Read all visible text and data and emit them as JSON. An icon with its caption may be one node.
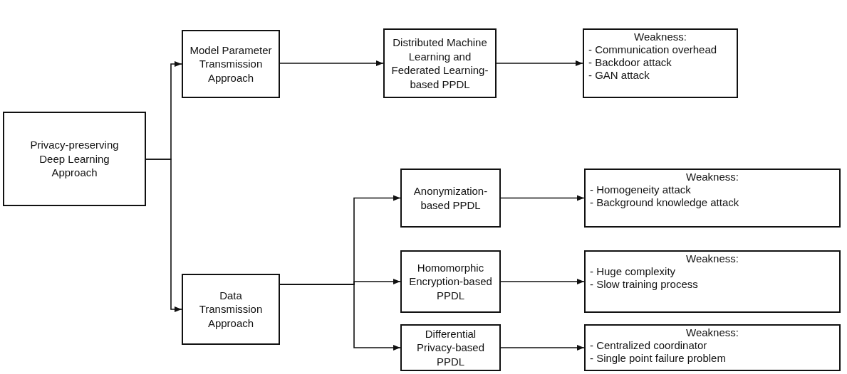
{
  "diagram": {
    "nodes": [
      {
        "text": [
          "Privacy-preserving Deep Learning Approach"
        ]
      },
      {
        "text": [
          "Model Parameter Transmission Approach"
        ]
      },
      {
        "text": [
          "Distributed Machine Learning and Federated Learning-based PPDL"
        ]
      },
      {
        "text": [
          "Weakness:",
          "- Communication overhead",
          "- Backdoor attack",
          "- GAN attack"
        ]
      },
      {
        "text": [
          "Data Transmission Approach"
        ]
      },
      {
        "text": [
          "Anonymization-based PPDL"
        ]
      },
      {
        "text": [
          "Weakness:",
          "- Homogeneity attack",
          "- Background knowledge attack"
        ]
      },
      {
        "text": [
          "Homomorphic Encryption-based PPDL"
        ]
      },
      {
        "text": [
          "Weakness:",
          "- Huge complexity",
          "- Slow training process"
        ]
      },
      {
        "text": [
          "Differential Privacy-based PPDL"
        ]
      },
      {
        "text": [
          "Weakness:",
          "- Centralized coordinator",
          "- Single point failure problem"
        ]
      }
    ],
    "edges": [
      {
        "from": 0,
        "to": 1,
        "arrow": "to"
      },
      {
        "from": 0,
        "to": 4,
        "arrow": "to"
      },
      {
        "from": 1,
        "to": 2,
        "arrow": "to"
      },
      {
        "from": 2,
        "to": 3,
        "arrow": "to"
      },
      {
        "from": 4,
        "to": 5,
        "arrow": "to"
      },
      {
        "from": 4,
        "to": 7,
        "arrow": "to"
      },
      {
        "from": 4,
        "to": 9,
        "arrow": "to"
      },
      {
        "from": 5,
        "to": 6,
        "arrow": "to"
      },
      {
        "from": 7,
        "to": 8,
        "arrow": "to"
      },
      {
        "from": 9,
        "to": 10,
        "arrow": "to"
      }
    ]
  }
}
